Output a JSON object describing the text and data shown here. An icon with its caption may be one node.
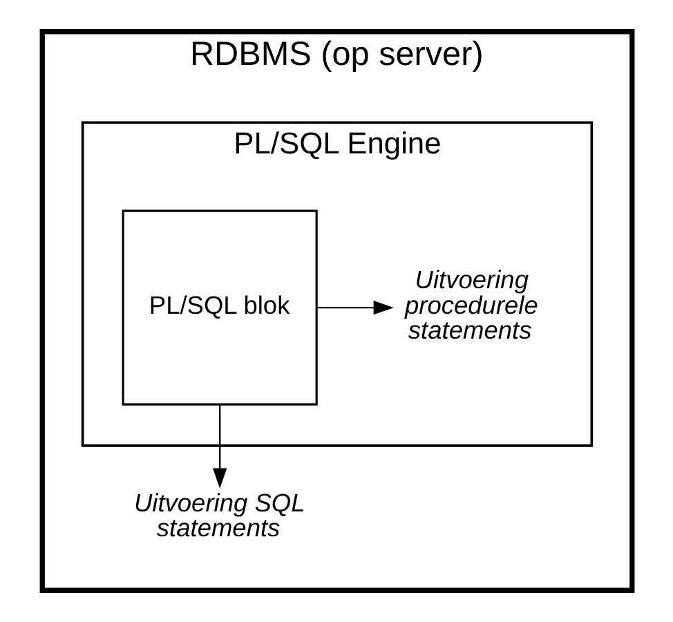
{
  "diagram": {
    "nodes": [
      {
        "text": [
          "RDBMS (op server)"
        ]
      },
      {
        "text": [
          "PL/SQL Engine"
        ],
        "in": 0
      },
      {
        "text": [
          "PL/SQL blok"
        ],
        "in": 1
      },
      {
        "text": [
          "Uitvoering procedurele statements"
        ],
        "in": 1
      },
      {
        "text": [
          "Uitvoering SQL statements"
        ],
        "in": 0
      }
    ],
    "edges": [
      {
        "from": 2,
        "to": 3,
        "arrow": "to"
      },
      {
        "from": 2,
        "to": 4,
        "arrow": "to"
      }
    ]
  }
}
